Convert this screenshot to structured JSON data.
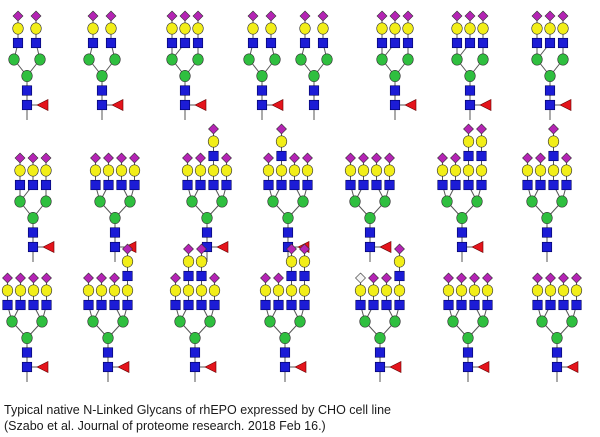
{
  "caption": {
    "line1": "Typical native N-Linked Glycans of rhEPO expressed by CHO cell line",
    "line2": "(Szabo et al. Journal of proteome research. 2018 Feb 16.)"
  },
  "symbol_colors": {
    "glcnac_square": "#1c1cd6",
    "mannose_circle": "#2fbf3f",
    "galactose_circle": "#f2ee18",
    "sialic_acid_diamond": "#b424b4",
    "fucose_triangle": "#e4141c",
    "neu_gc_diamond": "#f5f5f5",
    "link_line": "#555555"
  },
  "glycans": [
    {
      "antennae": 2,
      "sialylated": [
        true,
        true
      ],
      "lacnac_repeats": [
        0,
        0
      ],
      "core_fucose": true
    },
    {
      "antennae": 2,
      "sialylated": [
        true,
        true
      ],
      "lacnac_repeats": [
        0,
        0
      ],
      "core_fucose": true
    },
    {
      "antennae": 3,
      "sialylated": [
        true,
        true,
        true
      ],
      "lacnac_repeats": [
        0,
        0,
        0
      ],
      "core_fucose": true
    },
    {
      "antennae": 2,
      "sialylated": [
        true,
        true
      ],
      "lacnac_repeats": [
        0,
        0
      ],
      "core_fucose": true
    },
    {
      "antennae": 2,
      "sialylated": [
        true,
        true
      ],
      "lacnac_repeats": [
        0,
        0
      ],
      "core_fucose": false
    },
    {
      "antennae": 3,
      "sialylated": [
        true,
        true,
        true
      ],
      "lacnac_repeats": [
        0,
        0,
        0
      ],
      "core_fucose": true
    },
    {
      "antennae": 3,
      "sialylated": [
        true,
        true,
        true
      ],
      "lacnac_repeats": [
        0,
        0,
        0
      ],
      "core_fucose": true
    },
    {
      "antennae": 3,
      "sialylated": [
        true,
        true,
        true
      ],
      "lacnac_repeats": [
        0,
        0,
        0
      ],
      "core_fucose": true
    },
    {
      "antennae": 3,
      "sialylated": [
        true,
        true,
        true
      ],
      "lacnac_repeats": [
        0,
        0,
        0
      ],
      "core_fucose": true
    },
    {
      "antennae": 4,
      "sialylated": [
        true,
        true,
        true,
        true
      ],
      "lacnac_repeats": [
        0,
        0,
        0,
        0
      ],
      "core_fucose": true
    },
    {
      "antennae": 4,
      "sialylated": [
        true,
        true,
        true,
        true
      ],
      "lacnac_repeats": [
        0,
        0,
        1,
        0
      ],
      "core_fucose": true
    },
    {
      "antennae": 4,
      "sialylated": [
        true,
        true,
        true,
        true
      ],
      "lacnac_repeats": [
        0,
        1,
        0,
        0
      ],
      "core_fucose": true
    },
    {
      "antennae": 4,
      "sialylated": [
        true,
        true,
        true,
        true
      ],
      "lacnac_repeats": [
        0,
        0,
        0,
        0
      ],
      "core_fucose": true
    },
    {
      "antennae": 4,
      "sialylated": [
        true,
        true,
        true,
        true
      ],
      "lacnac_repeats": [
        0,
        0,
        1,
        1
      ],
      "core_fucose": true
    },
    {
      "antennae": 4,
      "sialylated": [
        true,
        true,
        true,
        true
      ],
      "lacnac_repeats": [
        0,
        0,
        1,
        0
      ],
      "core_fucose": false
    },
    {
      "antennae": 4,
      "sialylated": [
        true,
        true,
        true,
        true
      ],
      "lacnac_repeats": [
        0,
        0,
        0,
        0
      ],
      "core_fucose": true
    },
    {
      "antennae": 4,
      "sialylated": [
        true,
        true,
        true,
        true
      ],
      "lacnac_repeats": [
        0,
        0,
        0,
        1
      ],
      "core_fucose": true
    },
    {
      "antennae": 4,
      "sialylated": [
        true,
        true,
        true,
        true
      ],
      "lacnac_repeats": [
        0,
        1,
        1,
        0
      ],
      "core_fucose": true
    },
    {
      "antennae": 4,
      "sialylated": [
        true,
        true,
        true,
        true
      ],
      "lacnac_repeats": [
        0,
        0,
        1,
        1
      ],
      "core_fucose": true
    },
    {
      "antennae": 4,
      "sialylated": [
        false,
        true,
        true,
        true
      ],
      "lacnac_repeats": [
        0,
        0,
        0,
        1
      ],
      "core_fucose": true
    },
    {
      "antennae": 4,
      "sialylated": [
        true,
        true,
        true,
        true
      ],
      "lacnac_repeats": [
        0,
        0,
        0,
        0
      ],
      "core_fucose": true
    },
    {
      "antennae": 4,
      "sialylated": [
        true,
        true,
        true,
        true
      ],
      "lacnac_repeats": [
        0,
        0,
        0,
        0
      ],
      "core_fucose": true
    }
  ]
}
